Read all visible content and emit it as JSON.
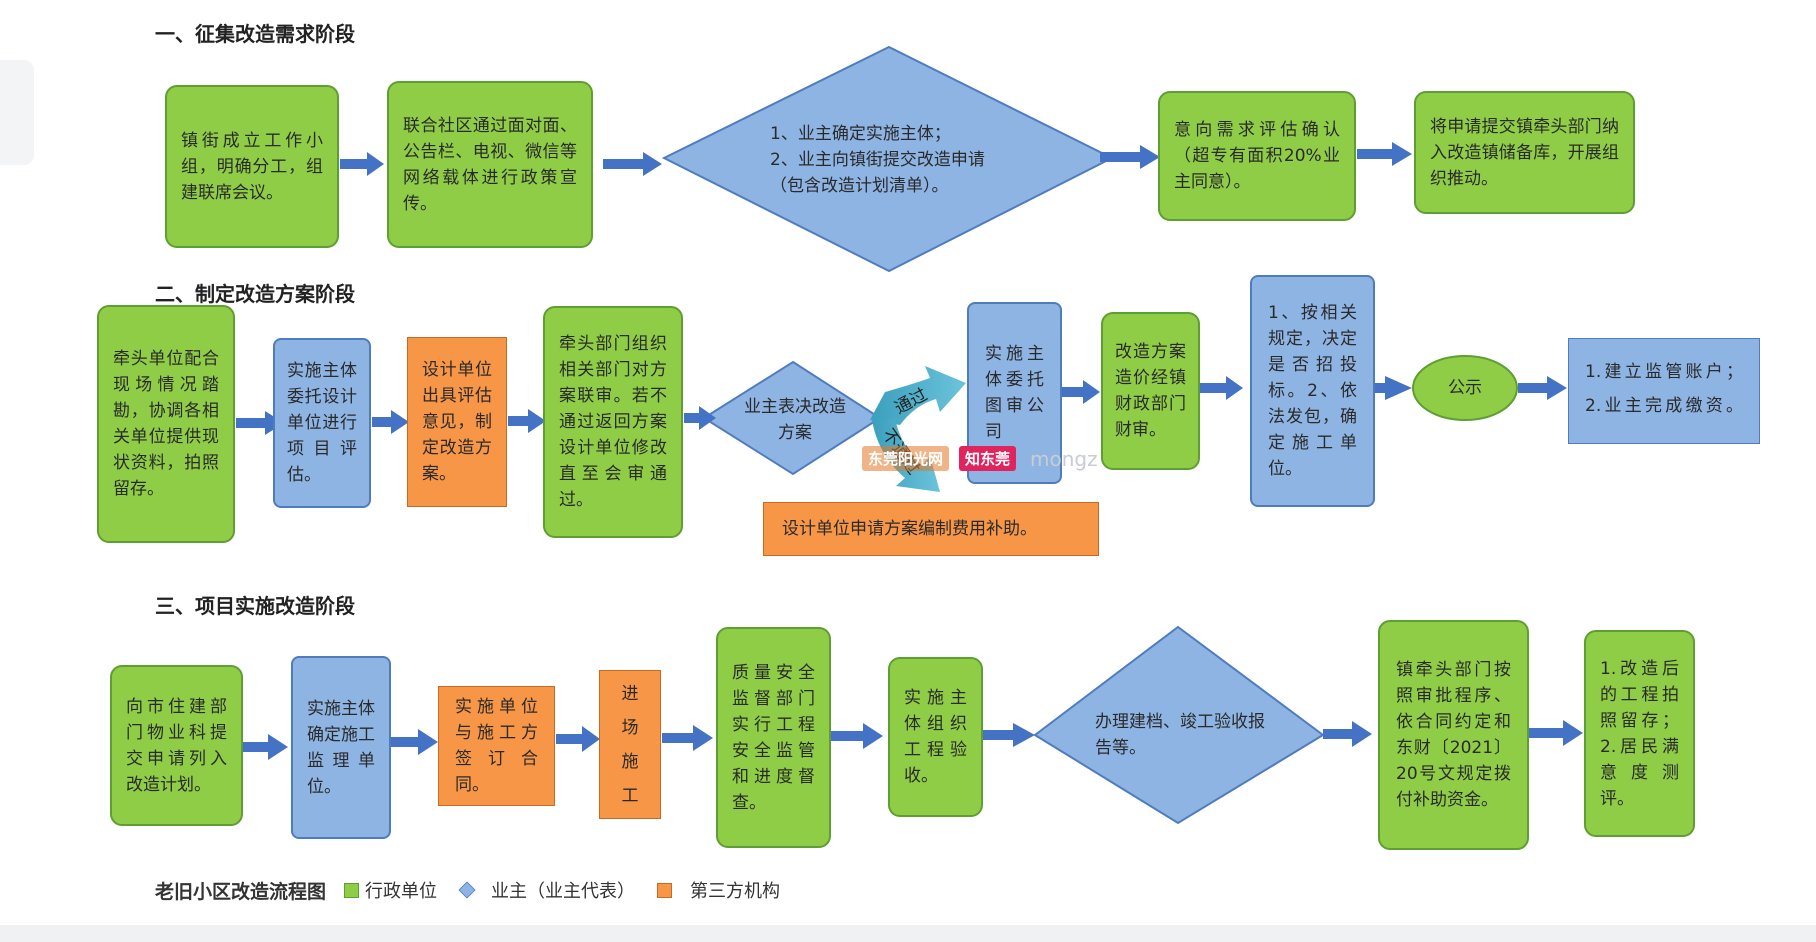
{
  "stages": [
    {
      "title": "一、征集改造需求阶段"
    },
    {
      "title": "二、制定改造方案阶段"
    },
    {
      "title": "三、项目实施改造阶段"
    }
  ],
  "stage1": {
    "b1": "镇街成立工作小组，明确分工，组建联席会议。",
    "b2": "联合社区通过面对面、公告栏、电视、微信等网络载体进行政策宣传。",
    "d1": "1、业主确定实施主体；",
    "d2": "2、业主向镇街提交改造申请（包含改造计划清单）。",
    "b3": "意向需求评估确认（超专有面积20%业主同意）。",
    "b4": "将申请提交镇牵头部门纳入改造镇储备库，开展组织推动。"
  },
  "stage2": {
    "b1": "牵头单位配合现场情况踏勘，协调各相关单位提供现状资料，拍照留存。",
    "b2": "实施主体委托设计单位进行项目评估。",
    "b3": "设计单位出具评估意见，制定改造方案。",
    "b4": "牵头部门组织相关部门对方案联审。若不通过返回方案设计单位修改直至会审通过。",
    "diamond": "业主表决改造方案",
    "pass": "通过",
    "fail": "不通过",
    "b5": "实施主体委托图审公司",
    "b6": "改造方案造价经镇财政部门财审。",
    "b7": "1、按相关规定，决定是否招投标。2、依法发包，确定施工单位。",
    "ellipse": "公示",
    "final1": "1.建立监管账户；",
    "final2": "2.业主完成缴资。",
    "subsidy": "设计单位申请方案编制费用补助。"
  },
  "stage3": {
    "b1": "向市住建部门物业科提交申请列入改造计划。",
    "b2": "实施主体确定施工监理单位。",
    "b3": "实施单位与施工方签订合同。",
    "b4": "进场施工",
    "b5": "质量安全监督部门实行工程安全监管和进度督查。",
    "b6": "实施主体组织工程验收。",
    "diamond": "办理建档、竣工验收报告等。",
    "b7": "镇牵头部门按照审批程序、依合同约定和东财〔2021〕20号文规定拨付补助资金。",
    "b8": "1.改造后的工程拍照留存；2.居民满意度测评。"
  },
  "legend": {
    "title": "老旧小区改造流程图",
    "admin": "行政单位",
    "owner": "业主（业主代表）",
    "third": "第三方机构"
  },
  "watermark": {
    "a": "东莞阳光网",
    "b": "知东莞",
    "c": "mongz"
  },
  "colors": {
    "green": "#8fcd47",
    "blue": "#8eb4e3",
    "orange": "#f79646",
    "arrow": "#4472c4",
    "teal": "#4bacc6"
  }
}
